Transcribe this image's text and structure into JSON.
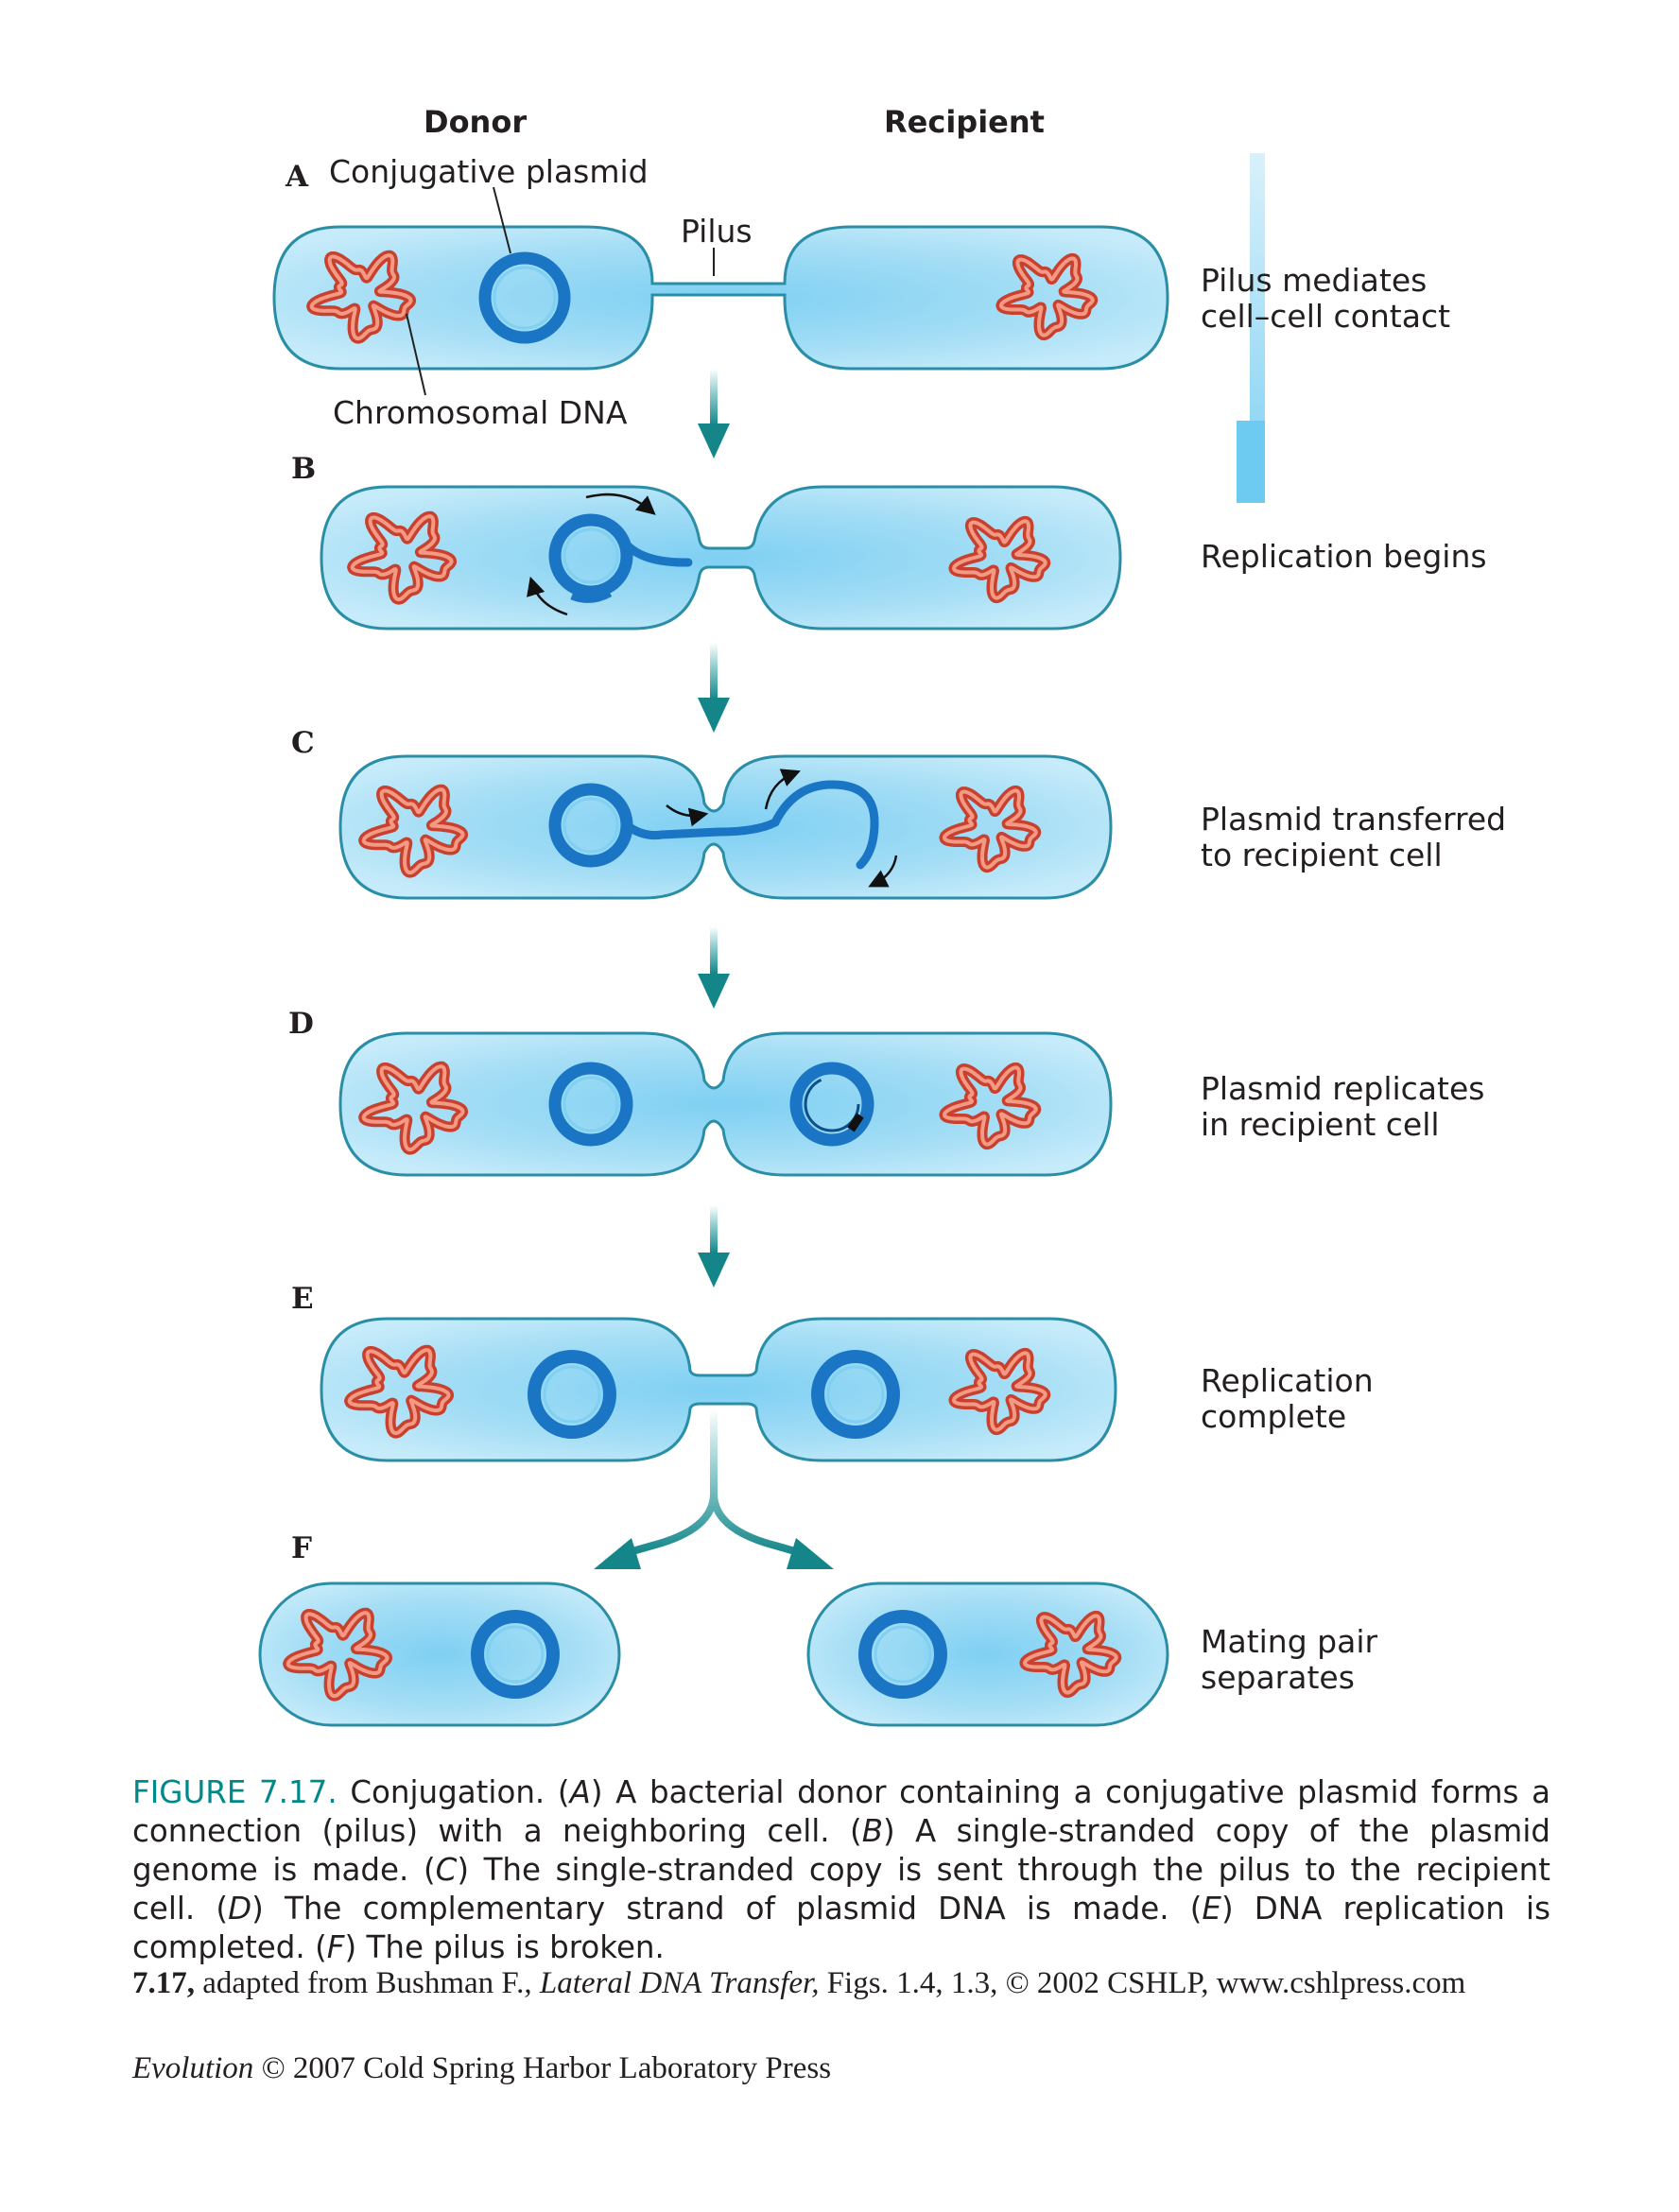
{
  "headers": {
    "donor": "Donor",
    "recipient": "Recipient"
  },
  "panels": [
    {
      "letter": "A",
      "description": [
        "Pilus mediates",
        "cell–cell contact"
      ]
    },
    {
      "letter": "B",
      "description": [
        "Replication begins"
      ]
    },
    {
      "letter": "C",
      "description": [
        "Plasmid transferred",
        "to recipient cell"
      ]
    },
    {
      "letter": "D",
      "description": [
        "Plasmid replicates",
        "in recipient cell"
      ]
    },
    {
      "letter": "E",
      "description": [
        "Replication",
        "complete"
      ]
    },
    {
      "letter": "F",
      "description": [
        "Mating pair",
        "separates"
      ]
    }
  ],
  "callouts": {
    "conjugative_plasmid": "Conjugative plasmid",
    "pilus": "Pilus",
    "chromosomal_dna": "Chromosomal DNA"
  },
  "caption": {
    "figure_number": "FIGURE 7.17.",
    "segments": [
      {
        "text": " Conjugation. (",
        "italic": false
      },
      {
        "text": "A",
        "italic": true
      },
      {
        "text": ") A bacterial donor containing a conjugative plasmid forms a connection (pilus) with a neighboring cell. (",
        "italic": false
      },
      {
        "text": "B",
        "italic": true
      },
      {
        "text": ") A single-stranded copy of the plasmid genome is made. (",
        "italic": false
      },
      {
        "text": "C",
        "italic": true
      },
      {
        "text": ") The single-stranded copy is sent through the pilus to the recipient cell. (",
        "italic": false
      },
      {
        "text": "D",
        "italic": true
      },
      {
        "text": ") The complementary strand of plasmid DNA is made. (",
        "italic": false
      },
      {
        "text": "E",
        "italic": true
      },
      {
        "text": ") DNA replication is completed. (",
        "italic": false
      },
      {
        "text": "F",
        "italic": true
      },
      {
        "text": ") The pilus is broken.",
        "italic": false
      }
    ]
  },
  "credit": {
    "fig_ref": "7.17,",
    "prefix": " adapted from Bushman F., ",
    "book": "Lateral DNA Transfer,",
    "suffix": " Figs. 1.4, 1.3, © 2002 CSHLP, www.cshlpress.com"
  },
  "copyright": {
    "title": "Evolution",
    "rest": " © 2007 Cold Spring Harbor Laboratory Press"
  },
  "colors": {
    "cell_fill": "#a6def5",
    "cell_stroke": "#2a8fa6",
    "plasmid": "#1a76c4",
    "chromosome": "#e2604a",
    "arrow": "#14868a",
    "figure_number": "#00898a"
  }
}
